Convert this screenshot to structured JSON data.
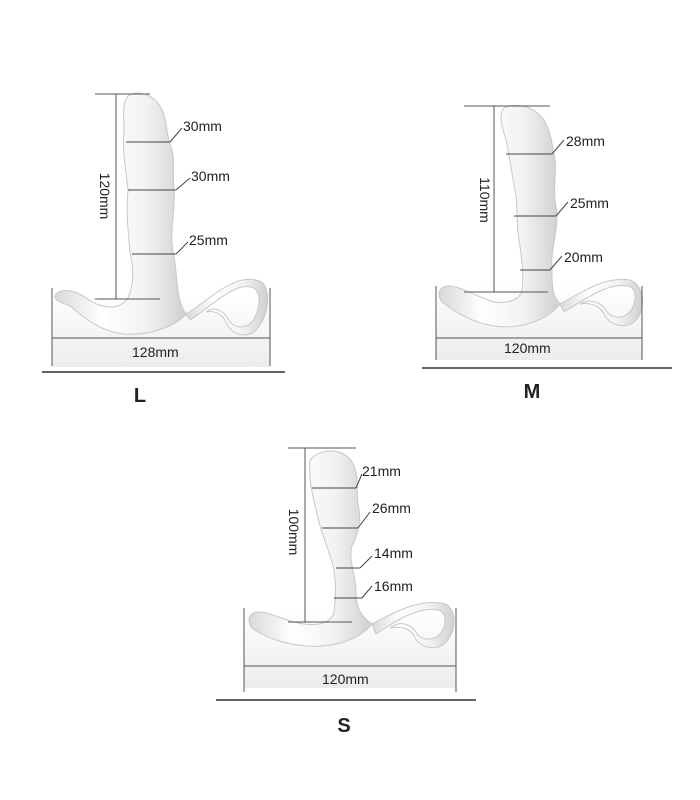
{
  "sizes": {
    "L": {
      "label": "L",
      "height": "120mm",
      "width": "128mm",
      "diameters": [
        "30mm",
        "30mm",
        "25mm"
      ]
    },
    "M": {
      "label": "M",
      "height": "110mm",
      "width": "120mm",
      "diameters": [
        "28mm",
        "25mm",
        "20mm"
      ]
    },
    "S": {
      "label": "S",
      "height": "100mm",
      "width": "120mm",
      "diameters": [
        "21mm",
        "26mm",
        "14mm",
        "16mm"
      ]
    }
  }
}
